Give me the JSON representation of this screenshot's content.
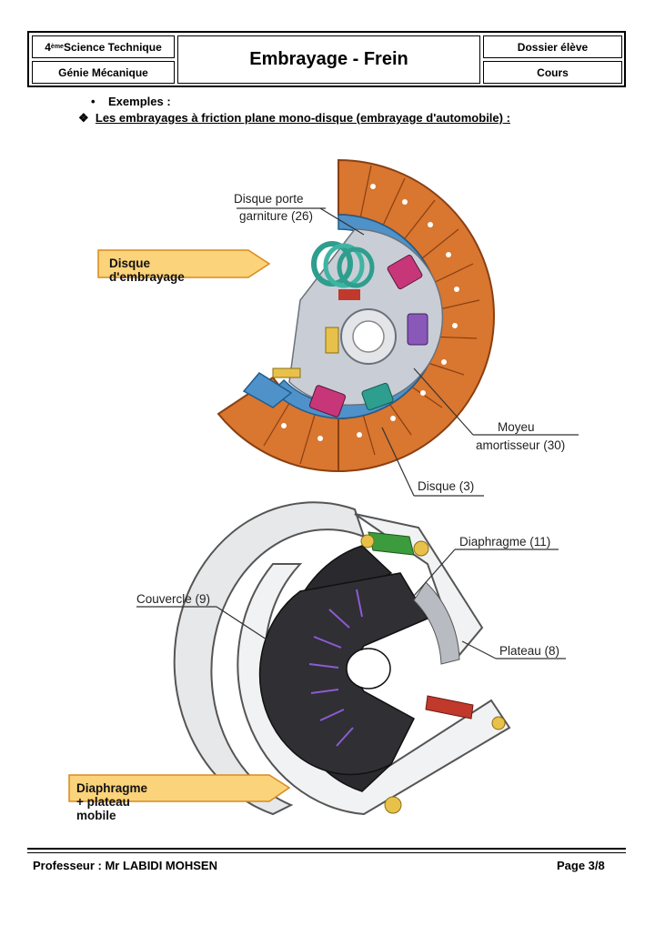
{
  "header": {
    "level_prefix": "4",
    "level_sup": "ème",
    "level_suffix": " Science Technique",
    "subject": "Génie Mécanique",
    "title": "Embrayage - Frein",
    "dossier": "Dossier élève",
    "type": "Cours"
  },
  "content": {
    "bullet": "Exemples :",
    "subtitle_marker": "❖",
    "subtitle": "Les embrayages à friction plane mono-disque (embrayage d'automobile) :"
  },
  "figure1": {
    "tag": "Disque d'embrayage",
    "label_disque_porte_1": "Disque porte",
    "label_disque_porte_2": "garniture (26)",
    "label_moyeu_1": "Moyeu",
    "label_moyeu_2": "amortisseur (30)",
    "label_disque": "Disque (3)",
    "colors": {
      "lining": "#d9762f",
      "disc": "#4f92c9",
      "spring": "#2e9e8e",
      "pink": "#c8367a",
      "tag": "#fbd37a"
    }
  },
  "figure2": {
    "tag": "Diaphragme + plateau mobile",
    "label_diaphragme": "Diaphragme (11)",
    "label_couvercle": "Couvercle (9)",
    "label_plateau": "Plateau (8)"
  },
  "footer": {
    "professor": "Professeur : Mr LABIDI MOHSEN",
    "page": "Page 3/8"
  }
}
